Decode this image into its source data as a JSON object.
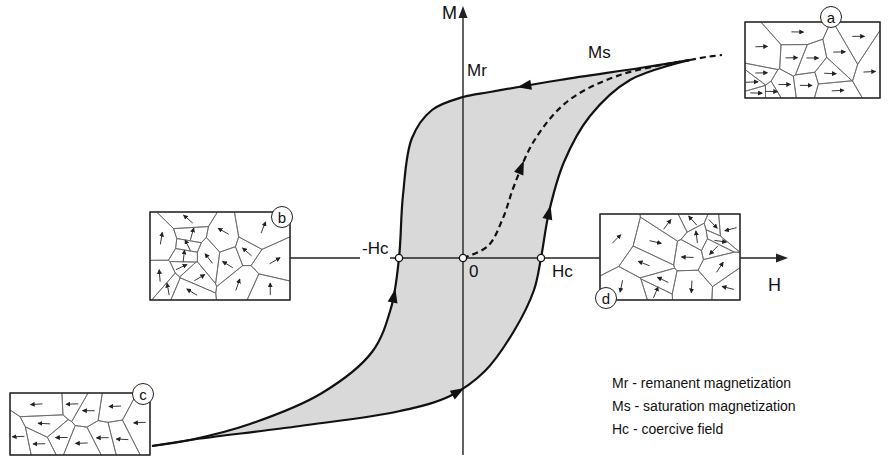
{
  "diagram": {
    "nodes": [
      {
        "text": [
          "a"
        ]
      },
      {
        "text": [
          "b"
        ]
      },
      {
        "text": [
          "d"
        ]
      },
      {
        "text": [
          "c"
        ]
      }
    ],
    "labels": [
      "M",
      "Ms",
      "Mr",
      "-Hc",
      "0",
      "Hc",
      "H",
      "Mr - remanent magnetization",
      "Ms - saturation magnetization",
      "Hc - coercive field"
    ]
  }
}
